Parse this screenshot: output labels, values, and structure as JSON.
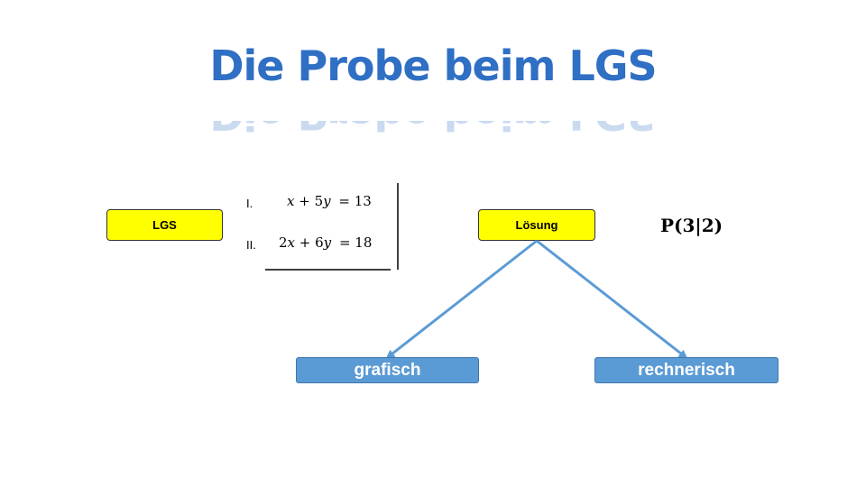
{
  "title": "Die Probe beim LGS",
  "lgs_label": "LGS",
  "equations": [
    {
      "roman": "I.",
      "lhs_parts": [
        "x",
        " + 5",
        "y"
      ],
      "rhs": "= 13"
    },
    {
      "roman": "II.",
      "lhs_parts": [
        "2",
        "x",
        " + 6",
        "y"
      ],
      "rhs": "= 18"
    }
  ],
  "solution_label": "Lösung",
  "point": "P(3|2)",
  "branches": [
    "grafisch",
    "rechnerisch"
  ],
  "colors": {
    "title": "#2f6fc4",
    "yellow_box": "#ffff00",
    "blue_box": "#5b9bd5",
    "arrow": "#5b9bd5"
  }
}
